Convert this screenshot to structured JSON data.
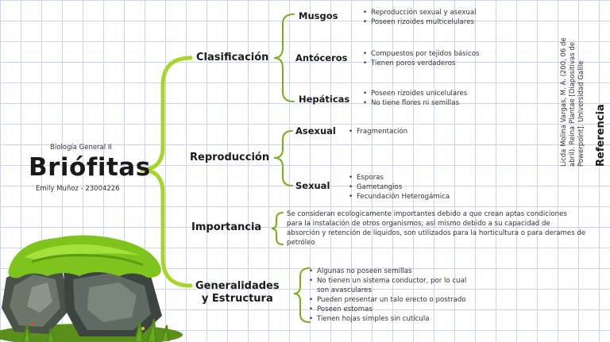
{
  "subject": "Biología General II",
  "title": "Briófitas",
  "author": "Emily Muñoz - 23004226",
  "colors": {
    "brace_main": "#a6d629",
    "brace_small": "#7cad18",
    "grid": "#c9d6f0"
  },
  "categories": {
    "clasificacion": {
      "label": "Clasificación",
      "musgos": {
        "label": "Musgos",
        "items": [
          "Reproducción sexual y asexual",
          "Poseen rizoides multicelulares"
        ]
      },
      "antoceros": {
        "label": "Antóceros",
        "items": [
          "Compuestos por tejidos básicos",
          "Tienen poros verdaderos"
        ]
      },
      "hepaticas": {
        "label": "Hepáticas",
        "items": [
          "Poseen rizoides unicelulares",
          "No tiene flores ni semillas"
        ]
      }
    },
    "reproduccion": {
      "label": "Reproducción",
      "asexual": {
        "label": "Asexual",
        "items": [
          "Fragmentación"
        ]
      },
      "sexual": {
        "label": "Sexual",
        "items": [
          "Esporas",
          "Gametangios",
          "Fecundación Heterogámica"
        ]
      }
    },
    "importancia": {
      "label": "Importancia",
      "lines": [
        "Se consideran ecologicamente importantes debido a que crean aptas condiciones",
        "para la instalación de otros organismos; así mismo debido a su capacidad de",
        "absorción y retención de liquidos, son utilizados para la horticultura o para derames de",
        "petróleo"
      ]
    },
    "generalidades": {
      "label_line1": "Generalidades",
      "label_line2": "y Estructura",
      "items": [
        "Algunas no poseen semillas",
        "No tienen un sistema conductor, por lo cual",
        "son avasculares",
        "Pueden presentar un talo erecto o postrado",
        "Poseen estomas",
        "Tienen hojas simples sin cutícula"
      ]
    }
  },
  "reference": {
    "title": "Referencia",
    "lines": [
      "Licda Molina Vargas, M. A. (200, 06 de",
      "abril). Reina Plantae [Diapositivas de",
      "Powerpoint]. Universidad Galile"
    ]
  }
}
